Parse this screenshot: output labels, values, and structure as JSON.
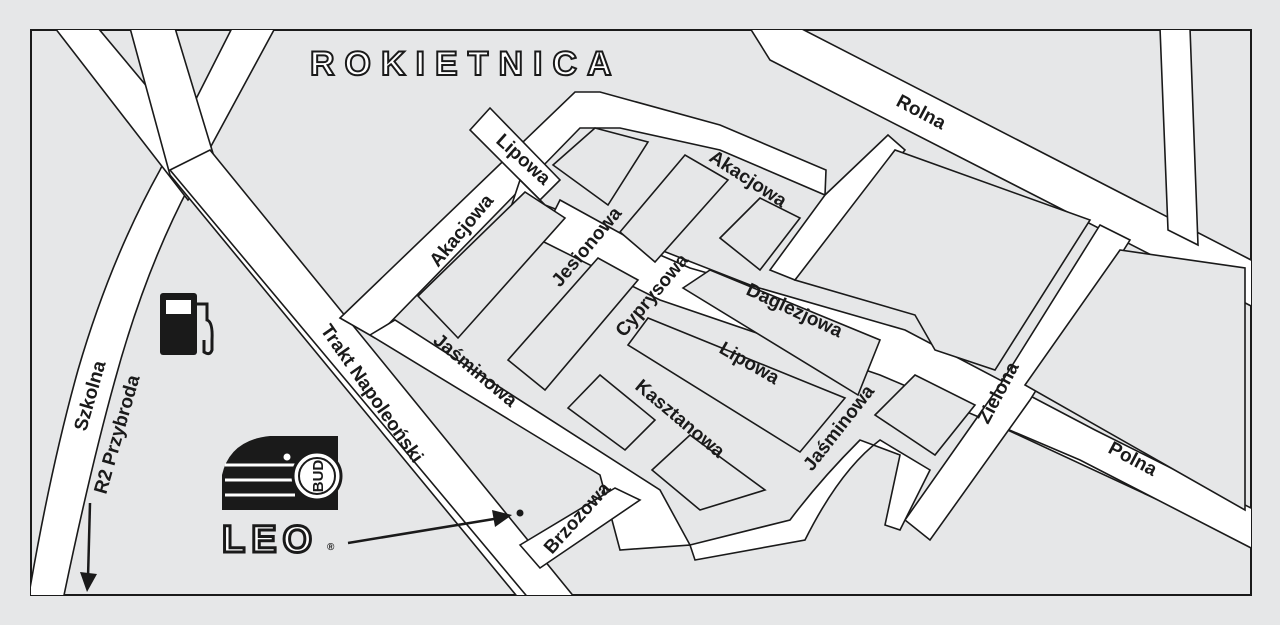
{
  "map": {
    "town": "ROKIETNICA",
    "colors": {
      "background": "#e6e7e8",
      "road_fill": "#ffffff",
      "road_outline": "#1a1a1a",
      "ink": "#1a1a1a"
    },
    "streets": {
      "rolna": "Rolna",
      "lipowa_north": "Lipowa",
      "akacjowa_north": "Akacjowa",
      "akacjowa_west": "Akacjowa",
      "jesionowa": "Jesionowa",
      "cyprysowa": "Cyprysowa",
      "daglezjowa": "Daglezjowa",
      "lipowa_south": "Lipowa",
      "jasminowa_west": "Jaśminowa",
      "jasminowa_east": "Jaśminowa",
      "kasztanowa": "Kasztanowa",
      "zielona": "Zielona",
      "polna": "Polna",
      "trakt": "Trakt Napoleoński",
      "brzozowa": "Brzozowa",
      "szkolna": "Szkolna",
      "r2": "R2 Przybroda"
    },
    "icons": {
      "fuel": "fuel-pump-icon",
      "direction": "arrow-down-icon",
      "pointer": "location-arrow-icon"
    },
    "logo": {
      "name": "LEO",
      "badge": "BUD",
      "mark": "®"
    }
  }
}
